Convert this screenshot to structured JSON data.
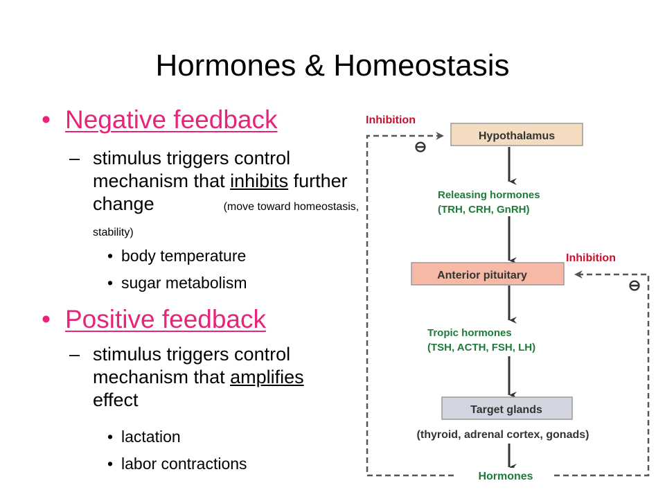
{
  "title": "Hormones & Homeostasis",
  "left": {
    "negative": {
      "heading": "Negative feedback",
      "desc_pre": "stimulus triggers control mechanism that ",
      "desc_key": "inhibits",
      "desc_post": " further change",
      "note": "(move toward homeostasis, stability)",
      "examples": [
        "body temperature",
        "sugar metabolism"
      ]
    },
    "positive": {
      "heading": "Positive feedback",
      "desc_pre": "stimulus triggers control mechanism that ",
      "desc_key": "amplifies",
      "desc_post": " effect",
      "examples": [
        "lactation",
        "labor contractions"
      ]
    }
  },
  "diagram": {
    "inhibition_top": "Inhibition",
    "inhibition_right": "Inhibition",
    "minus_sign": "⊖",
    "hypothalamus": "Hypothalamus",
    "releasing_line1": "Releasing hormones",
    "releasing_line2": "(TRH, CRH, GnRH)",
    "anterior_pituitary": "Anterior pituitary",
    "tropic_line1": "Tropic hormones",
    "tropic_line2": "(TSH, ACTH, FSH, LH)",
    "target_glands": "Target glands",
    "target_examples": "(thyroid, adrenal cortex, gonads)",
    "hormones": "Hormones",
    "colors": {
      "accent_pink": "#e8247a",
      "inhibition_red": "#c8102e",
      "hormone_green": "#1e7a3a",
      "hypothalamus_fill": "#f3dcc0",
      "pituitary_fill": "#f5b9a6",
      "target_fill": "#d3d5e0",
      "dashed_line": "#555555"
    }
  }
}
